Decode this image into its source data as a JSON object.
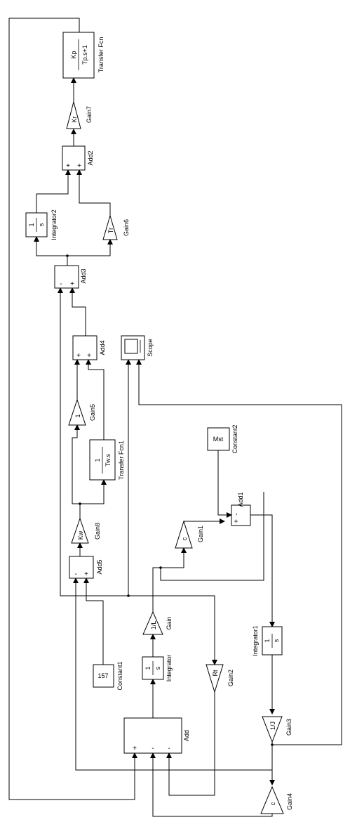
{
  "blocks": {
    "transfer_fcn": {
      "label": "Transfer Fcn",
      "num": "Kp",
      "den": "Tp.s+1"
    },
    "gain7": {
      "label": "Gain7",
      "value": "Kr"
    },
    "add2": {
      "label": "Add2",
      "signs": [
        "+",
        "+"
      ]
    },
    "integrator2": {
      "label": "Integrator2",
      "num": "1",
      "den": "s"
    },
    "gain6": {
      "label": "Gain6",
      "value": "Tr"
    },
    "add3": {
      "label": "Add3",
      "signs": [
        "-",
        "+"
      ]
    },
    "add4": {
      "label": "Add4",
      "signs": [
        "+",
        "+"
      ]
    },
    "scope": {
      "label": "Scope"
    },
    "gain5": {
      "label": "Gain5",
      "value": "1"
    },
    "transfer_fcn1": {
      "label": "Transfer Fcn1",
      "num": "1",
      "den": "Tw.s"
    },
    "constant2": {
      "label": "Constant2",
      "value": "Mst"
    },
    "add1": {
      "label": "Add1",
      "signs": [
        "+",
        "-"
      ]
    },
    "gain8": {
      "label": "Gain8",
      "value": "Kw"
    },
    "gain1": {
      "label": "Gain1",
      "value": "c"
    },
    "add5": {
      "label": "Add5",
      "signs": [
        "-",
        "+"
      ]
    },
    "gain": {
      "label": "Gain",
      "value": "1/L"
    },
    "integrator1": {
      "label": "Integrator1",
      "num": "1",
      "den": "s"
    },
    "integrator": {
      "label": "Integrator",
      "num": "1",
      "den": "s"
    },
    "constant1": {
      "label": "Constant1",
      "value": "157"
    },
    "gain2": {
      "label": "Gain2",
      "value": "Rt"
    },
    "add": {
      "label": "Add",
      "signs": [
        "+",
        "-",
        "-"
      ]
    },
    "gain3": {
      "label": "Gain3",
      "value": "1/J"
    },
    "gain4": {
      "label": "Gain4",
      "value": "c"
    }
  }
}
